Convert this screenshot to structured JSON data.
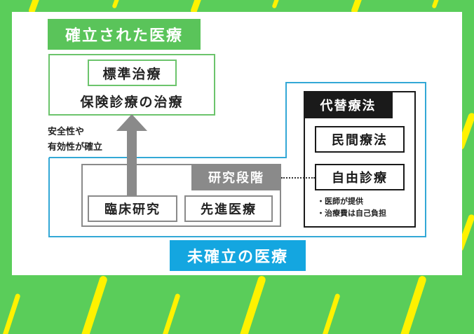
{
  "colors": {
    "background_green": "#5acd5a",
    "stripe_yellow": "#fff200",
    "established_green": "#5ac45a",
    "unestablished_blue": "#14a6e0",
    "research_gray": "#8a8a8a",
    "alternative_black": "#1a1a1a"
  },
  "established": {
    "label": "確立された医療",
    "standard_treatment": "標準治療",
    "insurance_treatment": "保険診療の治療"
  },
  "arrow": {
    "caption_line1": "安全性や",
    "caption_line2": "有効性が確立"
  },
  "research": {
    "label": "研究段階",
    "items": [
      "臨床研究",
      "先進医療"
    ]
  },
  "alternative": {
    "label": "代替療法",
    "items": [
      "民間療法",
      "自由診療"
    ],
    "notes": [
      "・医師が提供",
      "・治療費は自己負担"
    ]
  },
  "unestablished": {
    "label": "未確立の医療"
  }
}
